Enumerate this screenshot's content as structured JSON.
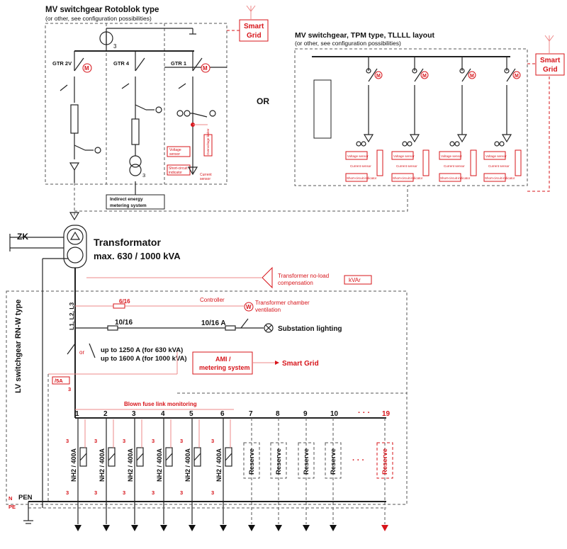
{
  "mv_roto": {
    "title": "MV switchgear Rotoblok type",
    "subtitle": "(or other, see configuration possibilities)",
    "bay1": "GTR 2V",
    "bay2": "GTR 4",
    "bay3": "GTR 1",
    "motor": "M",
    "three": "3",
    "indirect_line1": "Indirect energy",
    "indirect_line2": "metering system",
    "voltage_sensor_1": "Voltage",
    "voltage_sensor_2": "sensor",
    "short_circuit_1": "Short-circuit",
    "short_circuit_2": "indicator",
    "current_sensor_1": "Current",
    "current_sensor_2": "sensor",
    "overvoltage": "Overvoltage limiter"
  },
  "smart_grid_top": {
    "line1": "Smart",
    "line2": "Grid"
  },
  "or_label": "OR",
  "mv_tpm": {
    "title": "MV switchgear, TPM type, TLLLL layout",
    "subtitle": "(or other, see configuration possibilities)",
    "motor": "M"
  },
  "smart_grid_right": {
    "line1": "Smart",
    "line2": "Grid"
  },
  "zk": "ZK",
  "transformer": {
    "title": "Transformator",
    "rating": "max. 630 / 1000 kVA"
  },
  "compensation": {
    "line1": "Transformer no-load",
    "line2": "compensation",
    "kvar": "kVAr"
  },
  "lv": {
    "title": "LV switchgear RN-W type",
    "l123": "L1, L2, L3",
    "fuse_6_16": "6/16",
    "fuse_10_16": "10/16",
    "fuse_10_16a": "10/16 A",
    "controller": "Controller",
    "w": "W",
    "ventilation_1": "Transformer chamber",
    "ventilation_2": "ventilation",
    "lighting": "Substation lighting",
    "or_small": "or",
    "rating_1": "up to 1250 A (for 630 kVA)",
    "rating_2": "up to 1600 A (for 1000 kVA)",
    "ami_1": "AMI /",
    "ami_2": "metering system",
    "smart_grid": "Smart Grid",
    "ct": "/5A",
    "three": "3",
    "blown_fuse": "Blown fuse link monitoring",
    "nh2": "NH2 / 400A",
    "reserve": "Reserve",
    "dots": "· · ·",
    "n": "N",
    "pe": "PE",
    "pen": "PEN"
  },
  "outgoing_numbers": [
    "1",
    "2",
    "3",
    "4",
    "5",
    "6",
    "7",
    "8",
    "9",
    "10",
    "19"
  ],
  "colors": {
    "red": "#d7141a",
    "line": "#222222",
    "dash": "#555555"
  }
}
